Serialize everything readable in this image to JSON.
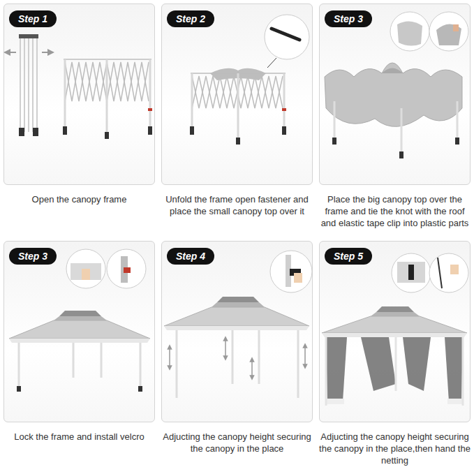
{
  "diagram": {
    "nodes": [
      {
        "text": [
          "Open the canopy frame"
        ]
      },
      {
        "text": [
          "Step 1"
        ],
        "in": 0
      },
      {
        "text": [
          "Unfold the frame open fastener and place the small canopy top over it"
        ]
      },
      {
        "text": [
          "Step 2"
        ],
        "in": 2
      },
      {
        "text": [
          "Place the big canopy top over the frame and tie the knot with the roof and elastic tape clip into plastic parts"
        ]
      },
      {
        "text": [
          "Step 3"
        ],
        "in": 4
      },
      {
        "text": [
          "Lock the frame and install velcro"
        ]
      },
      {
        "text": [
          "Step 3"
        ],
        "in": 6
      },
      {
        "text": [
          "Adjucting the canopy height securing the canopy in the place"
        ]
      },
      {
        "text": [
          "Step 4"
        ],
        "in": 8
      },
      {
        "text": [
          "Adjucting the canopy height securing the canopy in the place,then hand the netting"
        ]
      },
      {
        "text": [
          "Step 5"
        ],
        "in": 10
      }
    ]
  }
}
